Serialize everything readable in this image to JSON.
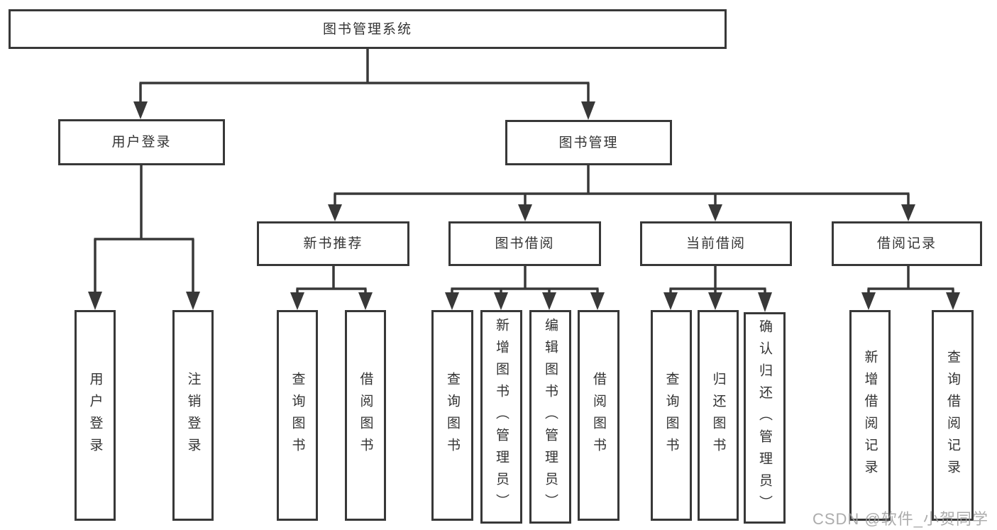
{
  "tree": {
    "root": "图书管理系统",
    "level1": {
      "user_login": "用户登录",
      "book_management": "图书管理"
    },
    "level2": {
      "new_book_recommend": "新书推荐",
      "book_borrowing": "图书借阅",
      "current_borrowing": "当前借阅",
      "borrowing_records": "借阅记录"
    },
    "leaves": {
      "user_login": [
        "用户登录",
        "注销登录"
      ],
      "new_book_recommend": [
        "查询图书",
        "借阅图书"
      ],
      "book_borrowing": [
        "查询图书",
        "新增图书（管理员）",
        "编辑图书（管理员）",
        "借阅图书"
      ],
      "current_borrowing": [
        "查询图书",
        "归还图书",
        "确认归还（管理员）"
      ],
      "borrowing_records": [
        "新增借阅记录",
        "查询借阅记录"
      ]
    }
  },
  "watermark": "CSDN @软件_小贺同学",
  "colors": {
    "line": "#383838",
    "text": "#333333",
    "background": "#ffffff",
    "watermark": "#9e9e9e"
  }
}
